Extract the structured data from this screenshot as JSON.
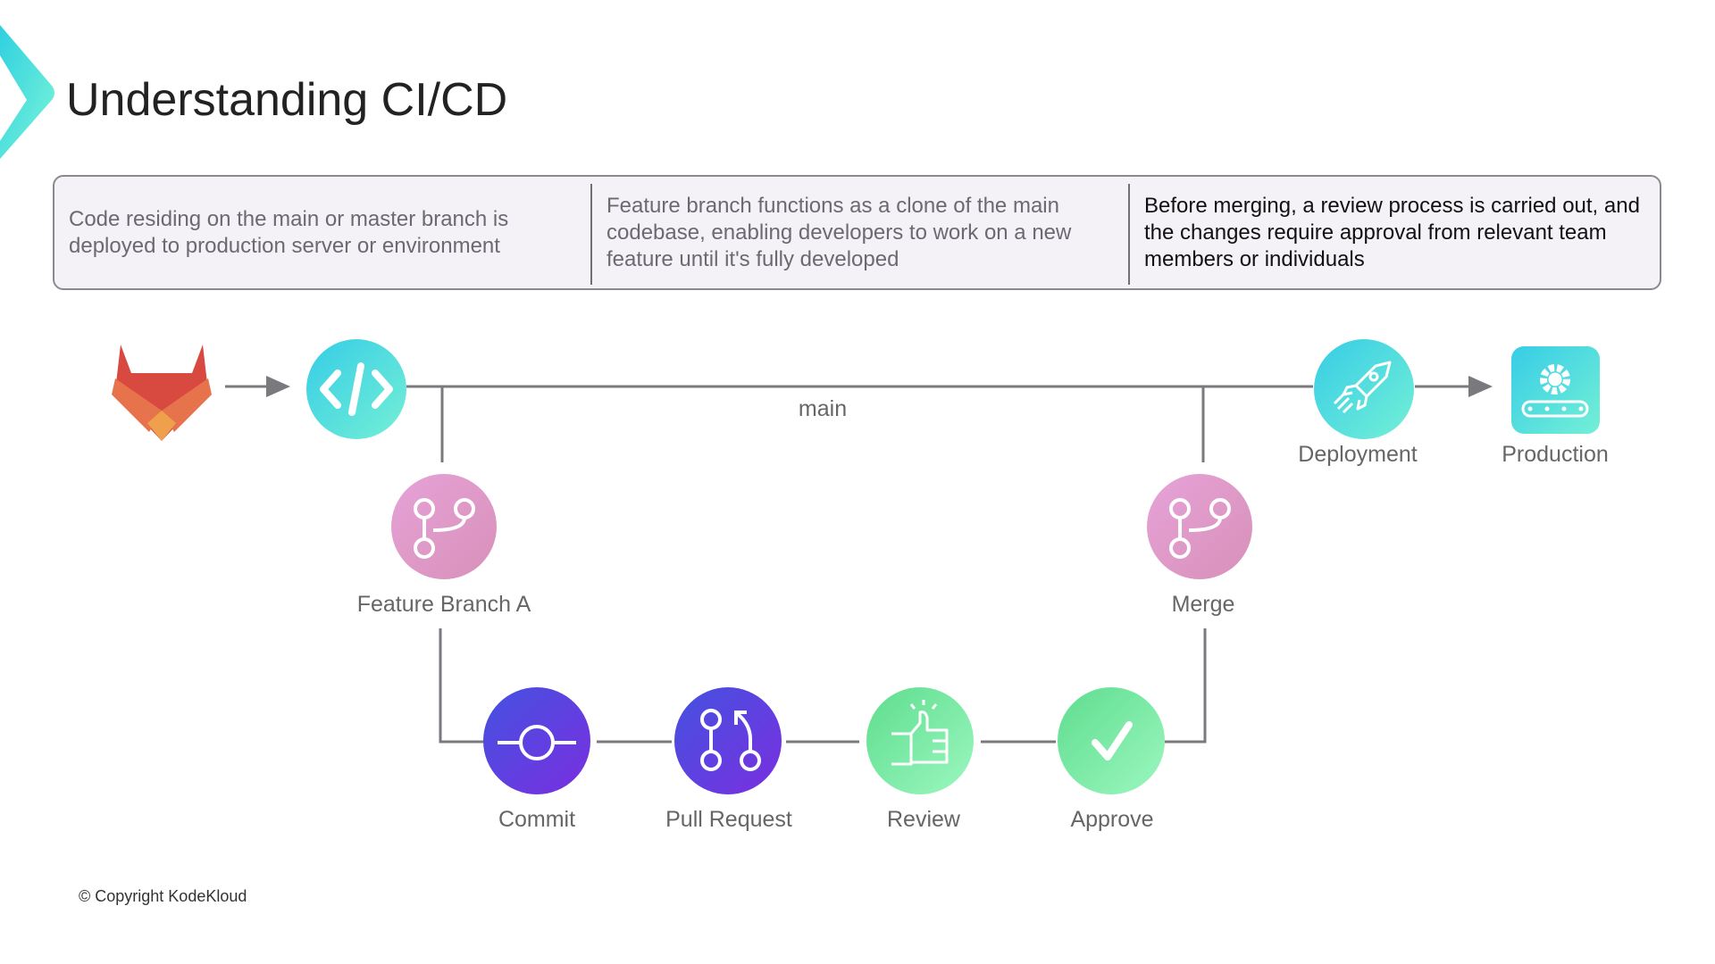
{
  "title": "Understanding CI/CD",
  "info_box": [
    "Code residing on the main or master branch is deployed to production server or environment",
    "Feature branch functions as a clone of the main codebase, enabling developers to work on a new feature until it's fully developed",
    "Before merging, a review process is carried out, and the changes require approval from relevant team members or individuals"
  ],
  "diagram": {
    "main_label": "main",
    "nodes": {
      "gitlab": {
        "icon": "gitlab-logo-icon"
      },
      "code": {
        "icon": "code-icon"
      },
      "feature_branch": {
        "label": "Feature Branch A",
        "icon": "git-branch-icon"
      },
      "commit": {
        "label": "Commit",
        "icon": "git-commit-icon"
      },
      "pull_request": {
        "label": "Pull Request",
        "icon": "pull-request-icon"
      },
      "review": {
        "label": "Review",
        "icon": "thumbs-up-icon"
      },
      "approve": {
        "label": "Approve",
        "icon": "checkmark-icon"
      },
      "merge": {
        "label": "Merge",
        "icon": "git-merge-icon"
      },
      "deployment": {
        "label": "Deployment",
        "icon": "rocket-icon"
      },
      "production": {
        "label": "Production",
        "icon": "gear-conveyor-icon"
      }
    },
    "colors": {
      "teal_start": "#36cde6",
      "teal_end": "#74efd6",
      "pink_start": "#e6a3d8",
      "pink_end": "#d890b8",
      "purple_start": "#4452e0",
      "purple_end": "#7a2fe0",
      "green_start": "#5edd8e",
      "green_end": "#9cf7c0",
      "line": "#7a7a7e"
    }
  },
  "footer": {
    "copyright": "© Copyright KodeKloud"
  }
}
